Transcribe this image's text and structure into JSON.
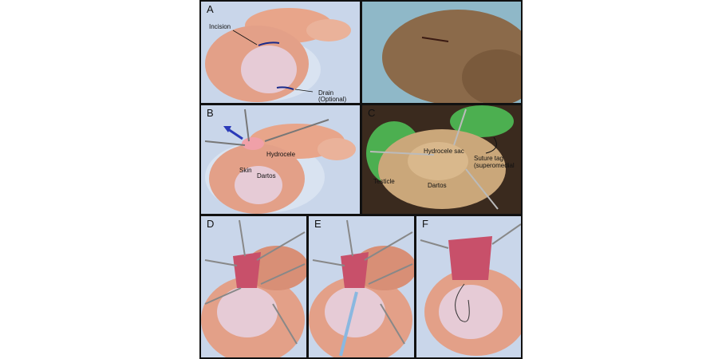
{
  "panels": {
    "A": {
      "letter": "A",
      "labels": {
        "incision": "Incision",
        "drain_line1": "Drain",
        "drain_line2": "(Optional)"
      }
    },
    "B": {
      "letter": "B",
      "labels": {
        "hydrocele": "Hydrocele",
        "skin": "Skin",
        "dartos": "Dartos"
      }
    },
    "C": {
      "letter": "C",
      "labels": {
        "hydrocele_sac": "Hydrocele sac",
        "suture_tag_line1": "Suture tag",
        "suture_tag_line2": "(superomedial",
        "testicle": "Testicle",
        "dartos": "Dartos"
      }
    },
    "D": {
      "letter": "D"
    },
    "E": {
      "letter": "E"
    },
    "F": {
      "letter": "F"
    }
  },
  "colors": {
    "illustration_bg": "#c9d6ea",
    "skin": "#e8a58a",
    "skin_shade": "#c9826a",
    "hydrocele": "#e6cbd6",
    "incision": "#1a2a8a",
    "drape": "#8fb8c8",
    "glove": "#4caf50"
  }
}
